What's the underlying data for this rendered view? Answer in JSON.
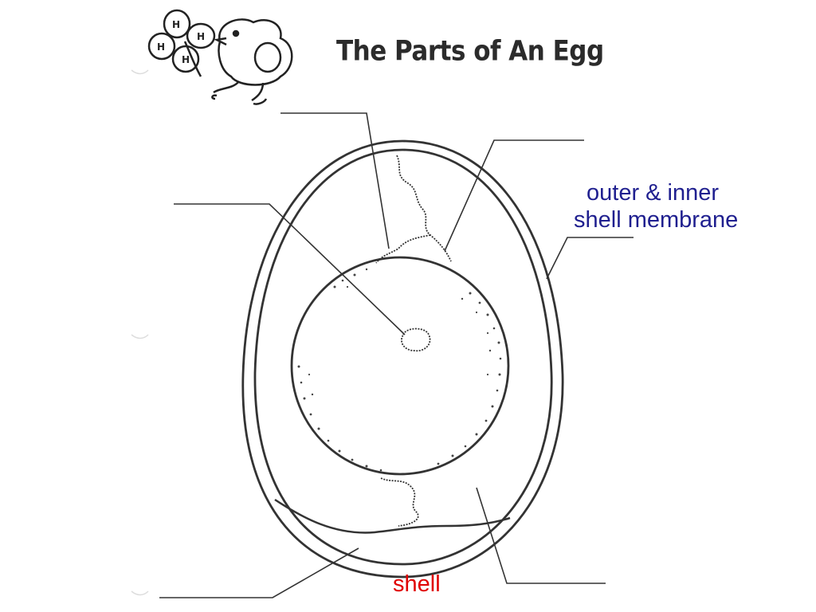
{
  "title": "The Parts of An Egg",
  "logo": {
    "clover_letters": [
      "H",
      "H",
      "H",
      "H"
    ]
  },
  "labels": {
    "membrane_line1": "outer & inner",
    "membrane_line2": "shell membrane",
    "shell": "shell"
  },
  "blank_label_lines": 5,
  "colors": {
    "line": "#333333",
    "membrane_label": "#1f1f8f",
    "shell_label": "#e00000"
  }
}
